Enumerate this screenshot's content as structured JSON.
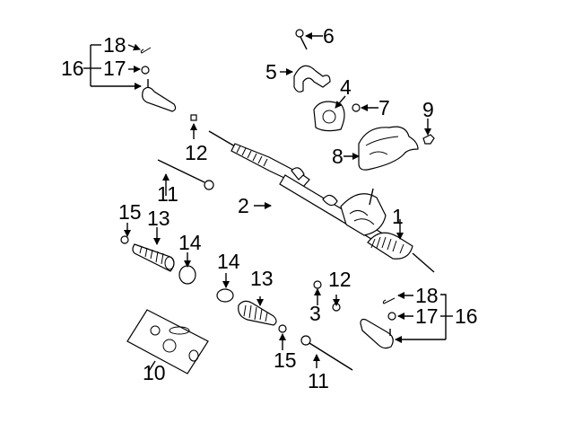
{
  "diagram": {
    "title": "Steering Gear & Linkage Exploded View",
    "callouts": [
      {
        "id": "c1",
        "label": "1",
        "part": "steering-gear-assembly"
      },
      {
        "id": "c2",
        "label": "2",
        "part": "mounting-bolt"
      },
      {
        "id": "c3",
        "label": "3",
        "part": "nut"
      },
      {
        "id": "c4",
        "label": "4",
        "part": "mount-bushing"
      },
      {
        "id": "c5",
        "label": "5",
        "part": "mounting-bracket"
      },
      {
        "id": "c6",
        "label": "6",
        "part": "bracket-bolt"
      },
      {
        "id": "c7",
        "label": "7",
        "part": "nut"
      },
      {
        "id": "c8",
        "label": "8",
        "part": "heat-shield"
      },
      {
        "id": "c9",
        "label": "9",
        "part": "clip"
      },
      {
        "id": "c10",
        "label": "10",
        "part": "boot-kit"
      },
      {
        "id": "c11a",
        "label": "11",
        "part": "inner-tie-rod-left"
      },
      {
        "id": "c11b",
        "label": "11",
        "part": "inner-tie-rod-right"
      },
      {
        "id": "c12a",
        "label": "12",
        "part": "jam-nut-left"
      },
      {
        "id": "c12b",
        "label": "12",
        "part": "jam-nut-right"
      },
      {
        "id": "c13a",
        "label": "13",
        "part": "rack-boot-left"
      },
      {
        "id": "c13b",
        "label": "13",
        "part": "rack-boot-right"
      },
      {
        "id": "c14a",
        "label": "14",
        "part": "boot-clamp-left"
      },
      {
        "id": "c14b",
        "label": "14",
        "part": "boot-clamp-right"
      },
      {
        "id": "c15a",
        "label": "15",
        "part": "small-clamp-left"
      },
      {
        "id": "c15b",
        "label": "15",
        "part": "small-clamp-right"
      },
      {
        "id": "c16a",
        "label": "16",
        "part": "outer-tie-rod-left"
      },
      {
        "id": "c16b",
        "label": "16",
        "part": "outer-tie-rod-right"
      },
      {
        "id": "c17a",
        "label": "17",
        "part": "castle-nut-left"
      },
      {
        "id": "c17b",
        "label": "17",
        "part": "castle-nut-right"
      },
      {
        "id": "c18a",
        "label": "18",
        "part": "cotter-pin-left"
      },
      {
        "id": "c18b",
        "label": "18",
        "part": "cotter-pin-right"
      }
    ]
  }
}
